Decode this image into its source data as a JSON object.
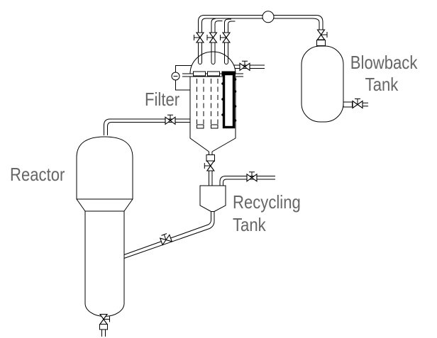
{
  "diagram": {
    "type": "process-flow-diagram",
    "background": "#ffffff",
    "line_color": "#000000",
    "label_color": "#666666",
    "labels": {
      "reactor": "Reactor",
      "filter": "Filter",
      "blowback_tank": [
        "Blowback",
        "Tank"
      ],
      "recycling_tank": [
        "Recycling",
        "Tank"
      ]
    },
    "equipment": [
      "Reactor",
      "Filter",
      "Blowback Tank",
      "Recycling Tank"
    ]
  }
}
